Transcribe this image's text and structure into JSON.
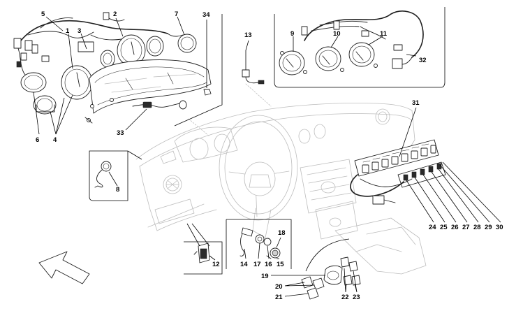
{
  "callouts": [
    {
      "id": "c1",
      "text": "1"
    },
    {
      "id": "c2",
      "text": "2"
    },
    {
      "id": "c3",
      "text": "3"
    },
    {
      "id": "c4",
      "text": "4"
    },
    {
      "id": "c5",
      "text": "5"
    },
    {
      "id": "c6",
      "text": "6"
    },
    {
      "id": "c7",
      "text": "7"
    },
    {
      "id": "c8",
      "text": "8"
    },
    {
      "id": "c9",
      "text": "9"
    },
    {
      "id": "c10",
      "text": "10"
    },
    {
      "id": "c11",
      "text": "11"
    },
    {
      "id": "c12",
      "text": "12"
    },
    {
      "id": "c13",
      "text": "13"
    },
    {
      "id": "c14",
      "text": "14"
    },
    {
      "id": "c15",
      "text": "15"
    },
    {
      "id": "c16",
      "text": "16"
    },
    {
      "id": "c17",
      "text": "17"
    },
    {
      "id": "c18",
      "text": "18"
    },
    {
      "id": "c19",
      "text": "19"
    },
    {
      "id": "c20",
      "text": "20"
    },
    {
      "id": "c21",
      "text": "21"
    },
    {
      "id": "c22",
      "text": "22"
    },
    {
      "id": "c23",
      "text": "23"
    },
    {
      "id": "c24",
      "text": "24"
    },
    {
      "id": "c25",
      "text": "25"
    },
    {
      "id": "c26",
      "text": "26"
    },
    {
      "id": "c27",
      "text": "27"
    },
    {
      "id": "c28",
      "text": "28"
    },
    {
      "id": "c29",
      "text": "29"
    },
    {
      "id": "c30",
      "text": "30"
    },
    {
      "id": "c31",
      "text": "31"
    },
    {
      "id": "c32",
      "text": "32"
    },
    {
      "id": "c33",
      "text": "33"
    },
    {
      "id": "c34",
      "text": "34"
    }
  ],
  "icons": {
    "orientation_arrow": "arrow-icon",
    "steering_logo": "prancing-horse-logo"
  }
}
